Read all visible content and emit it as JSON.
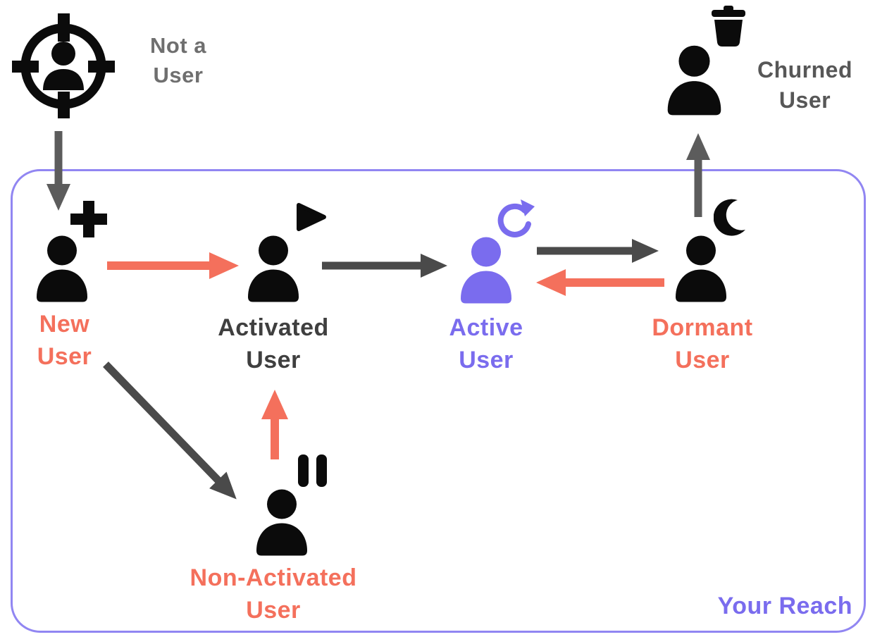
{
  "colors": {
    "salmon": "#F4705C",
    "purple": "#7A6CEE",
    "purple_border": "#9186F2",
    "ink": "#0B0B0B",
    "dark_text": "#3F3F3F",
    "gray_text": "#6F6F6F",
    "churned_text": "#575757",
    "arrow_dark": "#4A4A4A",
    "arrow_gray": "#5C5C5C"
  },
  "nodes": {
    "not_a_user": {
      "label": "Not a\nUser",
      "icon": "target-icon"
    },
    "new_user": {
      "label": "New\nUser",
      "icon": "person-icon",
      "badge": "plus-icon"
    },
    "activated_user": {
      "label": "Activated\nUser",
      "icon": "person-icon",
      "badge": "play-icon"
    },
    "active_user": {
      "label": "Active\nUser",
      "icon": "person-icon",
      "badge": "refresh-icon"
    },
    "dormant_user": {
      "label": "Dormant\nUser",
      "icon": "person-icon",
      "badge": "moon-icon"
    },
    "churned_user": {
      "label": "Churned\nUser",
      "icon": "person-icon",
      "badge": "trash-icon"
    },
    "non_activated_user": {
      "label": "Non-Activated\nUser",
      "icon": "person-icon",
      "badge": "pause-icon"
    }
  },
  "region": {
    "label": "Your Reach"
  },
  "arrows": [
    {
      "name": "not-a-user-to-new",
      "color": "gray"
    },
    {
      "name": "new-to-activated",
      "color": "salmon"
    },
    {
      "name": "activated-to-active",
      "color": "dark"
    },
    {
      "name": "active-to-dormant",
      "color": "dark"
    },
    {
      "name": "dormant-to-active",
      "color": "salmon"
    },
    {
      "name": "dormant-to-churned",
      "color": "gray"
    },
    {
      "name": "new-to-non-activated",
      "color": "dark"
    },
    {
      "name": "non-activated-to-activated",
      "color": "salmon"
    }
  ]
}
